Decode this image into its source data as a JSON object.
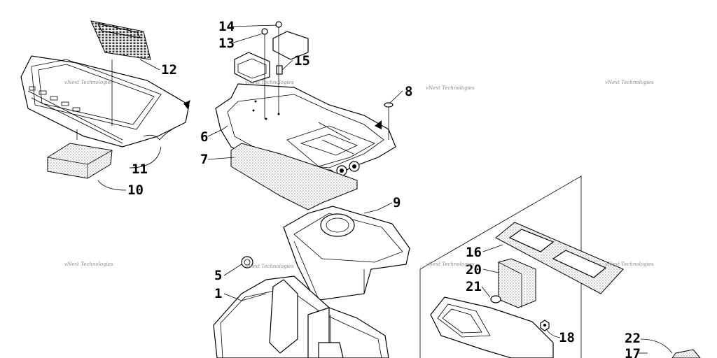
{
  "diagram": {
    "callouts": {
      "c1": "1",
      "c5": "5",
      "c6": "6",
      "c7": "7",
      "c8": "8",
      "c9": "9",
      "c10": "10",
      "c11": "11",
      "c12": "12",
      "c13": "13",
      "c14": "14",
      "c15": "15",
      "c16": "16",
      "c17": "17",
      "c18": "18",
      "c20": "20",
      "c21": "21",
      "c22": "22"
    },
    "watermark": "vNext Technologies"
  }
}
